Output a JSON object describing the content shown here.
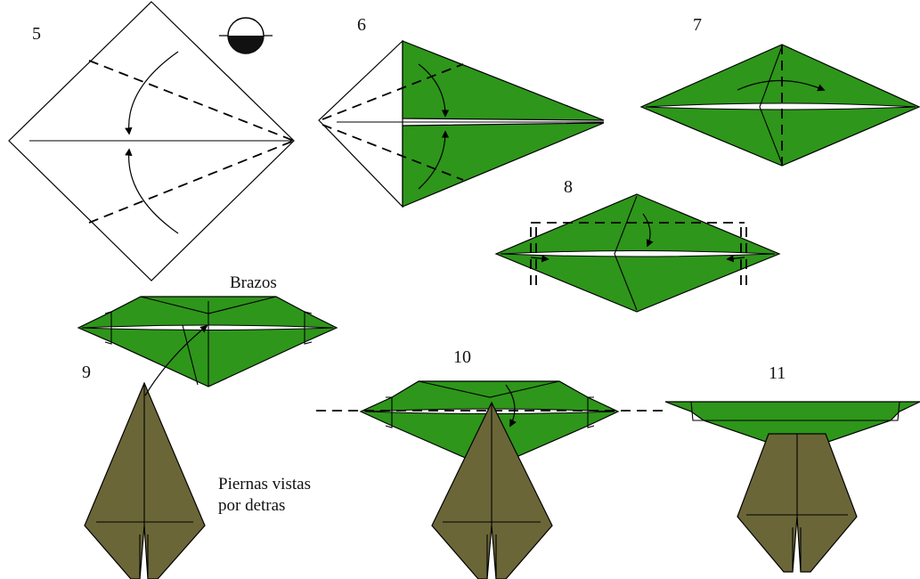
{
  "colors": {
    "paper": "#ffffff",
    "green": "#2e961a",
    "olive": "#6b6638",
    "line": "#000000"
  },
  "steps": {
    "s5": "5",
    "s6": "6",
    "s7": "7",
    "s8": "8",
    "s9": "9",
    "s10": "10",
    "s11": "11"
  },
  "captions": {
    "arms": "Brazos",
    "legs_line1": "Piernas vistas",
    "legs_line2": "por detras"
  },
  "icons": {
    "turn_over": "half-filled-circle-icon"
  }
}
